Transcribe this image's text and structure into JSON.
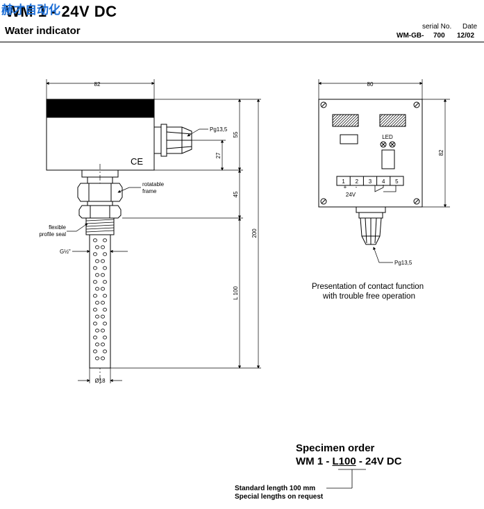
{
  "watermark": "赫才自动化",
  "header": {
    "title": "WM 1 - 24V DC",
    "subtitle": "Water indicator",
    "serial_label": "serial No.",
    "date_label": "Date",
    "serial_prefix": "WM-GB-",
    "serial_value": "700",
    "date_value": "12/02"
  },
  "side_view": {
    "width_dim": "82",
    "gland_label": "Pg13,5",
    "dim_55": "55",
    "dim_27": "27",
    "dim_45": "45",
    "dim_200": "200",
    "dim_l100": "L 100",
    "ce_mark": "CE",
    "frame_label_1": "rotatable",
    "frame_label_2": "frame",
    "seal_label_1": "flexible",
    "seal_label_2": "profile seal",
    "thread_label": "G½\"",
    "diameter_label": "Ø18"
  },
  "top_view": {
    "width_dim": "80",
    "height_dim": "82",
    "led_label": "LED",
    "terminals": [
      "1",
      "2",
      "3",
      "4",
      "5"
    ],
    "plus": "+",
    "minus": "-",
    "voltage": "24V",
    "gland_label": "Pg13,5"
  },
  "caption": {
    "line1": "Presentation of contact function",
    "line2": "with trouble free operation"
  },
  "order": {
    "title": "Specimen order",
    "code_prefix": "WM 1 - ",
    "code_length": "L100",
    "code_suffix": " - 24V DC",
    "note_standard": "Standard length 100 mm",
    "note_special": "Special lengths on request"
  }
}
